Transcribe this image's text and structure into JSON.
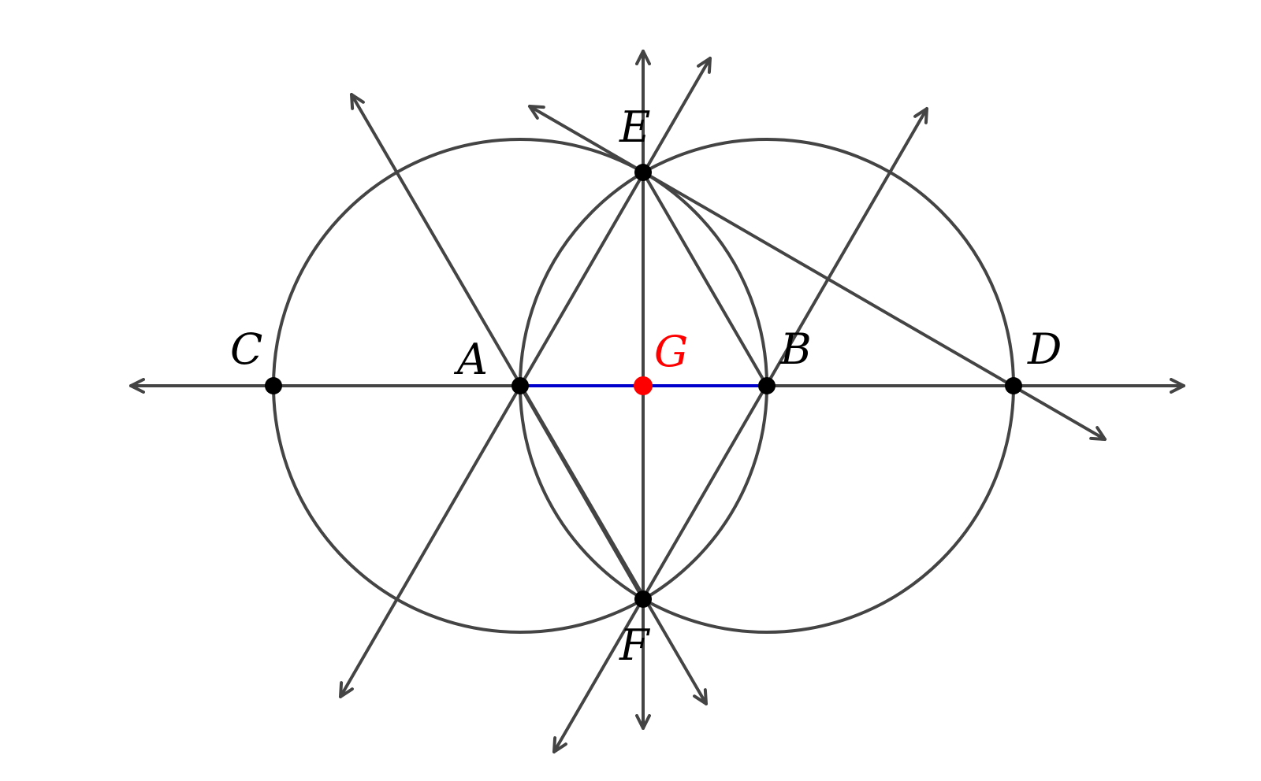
{
  "points": [
    {
      "id": "A",
      "label": "A",
      "color": "#000000"
    },
    {
      "id": "B",
      "label": "B",
      "color": "#000000"
    },
    {
      "id": "C",
      "label": "C",
      "color": "#000000"
    },
    {
      "id": "D",
      "label": "D",
      "color": "#000000"
    },
    {
      "id": "E",
      "label": "E",
      "color": "#000000"
    },
    {
      "id": "F",
      "label": "F",
      "color": "#000000"
    },
    {
      "id": "G",
      "label": "G",
      "color": "#ff0000"
    }
  ],
  "segment_color": "#0000cc",
  "line_color": "#444444"
}
